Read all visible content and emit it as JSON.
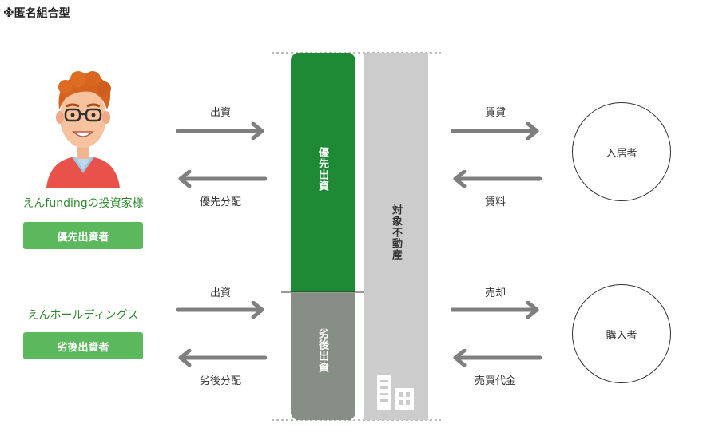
{
  "title": "※匿名組合型",
  "investor": {
    "name": "えんfundingの投資家様",
    "badge": "優先出資者"
  },
  "holdings": {
    "name": "えんホールディングス",
    "badge": "劣後出資者"
  },
  "flows": {
    "investor_in": "出資",
    "investor_out": "優先分配",
    "holdings_in": "出資",
    "holdings_out": "劣後分配",
    "rent_out": "賃貸",
    "rent_in": "賃料",
    "sale_out": "売却",
    "sale_in": "売買代金"
  },
  "columns": {
    "senior": "優先出資",
    "junior": "劣後出資",
    "property": "対象不動産"
  },
  "parties": {
    "tenant": "入居者",
    "buyer": "購入者"
  },
  "icons": {
    "avatar": "cartoon-investor-avatar",
    "building": "building-icon"
  },
  "colors": {
    "senior": "#1f8a36",
    "junior": "#868e86",
    "property": "#cccccc",
    "badge": "#5cb85c",
    "arrow": "#7f7f7f"
  }
}
